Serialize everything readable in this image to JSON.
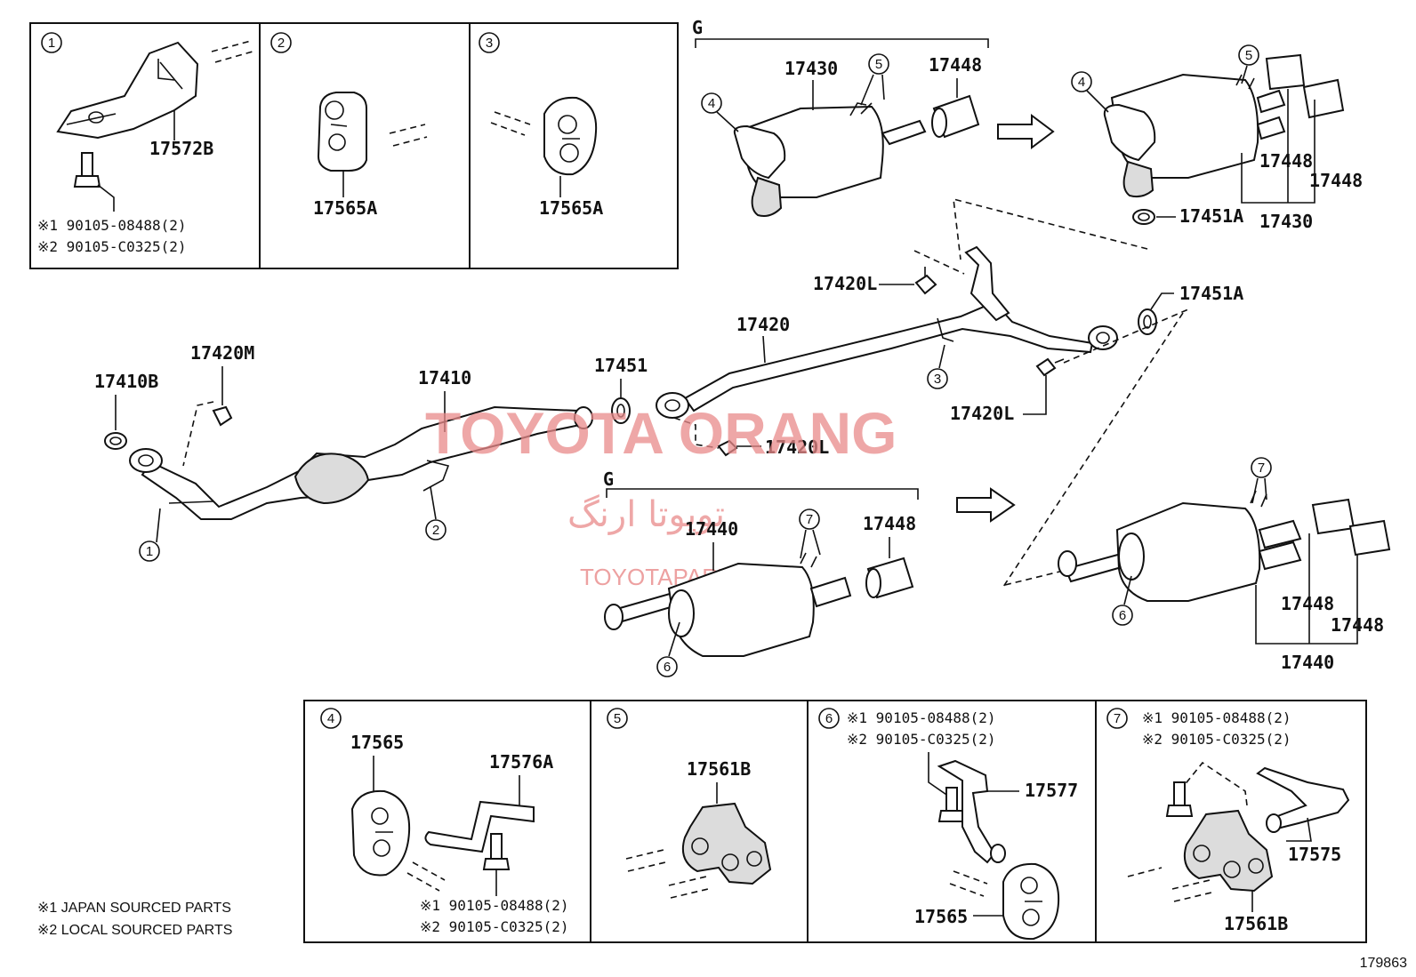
{
  "callouts": {
    "c1": "1",
    "c2": "2",
    "c3": "3",
    "c4": "4",
    "c5": "5",
    "c6": "6",
    "c7": "7"
  },
  "box1": {
    "part": "17572B",
    "note1": "※1 90105-08488(2)",
    "note2": "※2 90105-C0325(2)"
  },
  "box2": {
    "part": "17565A"
  },
  "box3": {
    "part": "17565A"
  },
  "group_mark": "G",
  "main": {
    "p17430": "17430",
    "p17448": "17448",
    "p17420L": "17420L",
    "p17451A": "17451A",
    "p17420": "17420",
    "p17410B": "17410B",
    "p17420M": "17420M",
    "p17410": "17410",
    "p17451": "17451",
    "p17440": "17440"
  },
  "box4": {
    "p17565": "17565",
    "p17576A": "17576A",
    "note1": "※1 90105-08488(2)",
    "note2": "※2 90105-C0325(2)"
  },
  "box5": {
    "p17561B": "17561B"
  },
  "box6": {
    "note1": "※1 90105-08488(2)",
    "note2": "※2 90105-C0325(2)",
    "p17577": "17577",
    "p17565": "17565"
  },
  "box7": {
    "note1": "※1 90105-08488(2)",
    "note2": "※2 90105-C0325(2)",
    "p17575": "17575",
    "p17561B": "17561B"
  },
  "footnotes": {
    "f1": "※1 JAPAN SOURCED PARTS",
    "f2": "※2 LOCAL SOURCED PARTS"
  },
  "diagram_id": "179863",
  "watermark": {
    "brand": "TOYOTA ORANG",
    "persian": "تویوتا ارنگ",
    "url": "TOYOTAPART.IR"
  }
}
